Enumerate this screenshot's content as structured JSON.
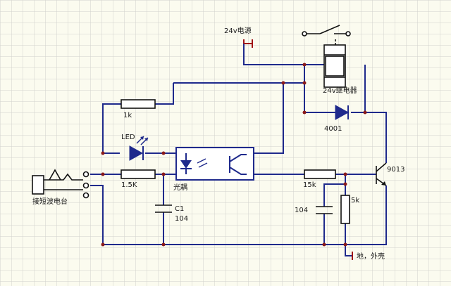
{
  "labels": {
    "power": "24v电源",
    "relay": "24v继电器",
    "r1k": "1k",
    "led": "LED",
    "r15k_left": "1.5K",
    "optocoupler": "光耦",
    "c1": "C1",
    "c1_val": "104",
    "diode": "4001",
    "transistor": "9013",
    "r15k_right": "15k",
    "cap_right": "104",
    "r5k": "5k",
    "ground": "地，外壳",
    "input": "接短波电台"
  },
  "colors": {
    "background": "#fbfbef",
    "grid": "#d0d0d0",
    "wire": "#1f2a8c",
    "component": "#111111",
    "supply": "#a01414",
    "node": "#8a1a1a"
  }
}
